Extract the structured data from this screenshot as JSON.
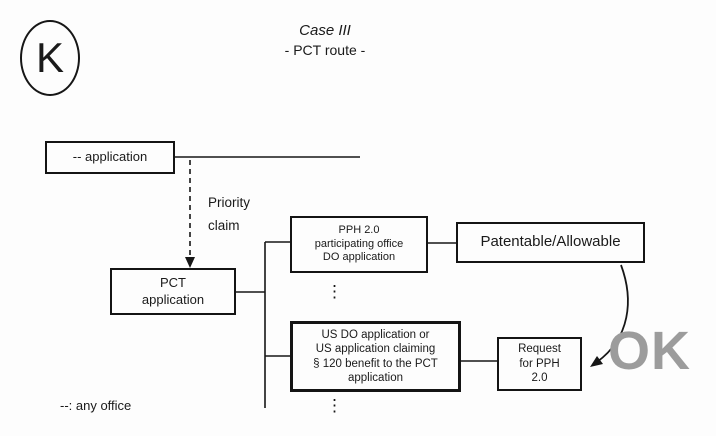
{
  "header": {
    "badge": "K",
    "title": "Case III",
    "subtitle": "- PCT route -"
  },
  "nodes": {
    "application": "-- application",
    "pct": "PCT\napplication",
    "pph_office": "PPH 2.0\nparticipating office\nDO application",
    "patentable": "Patentable/Allowable",
    "us_do": "US DO application or\nUS application claiming\n§ 120 benefit to the PCT\napplication",
    "request": "Request\nfor PPH\n2.0"
  },
  "labels": {
    "priority_claim": "Priority\nclaim",
    "ok": "OK",
    "legend": "--: any office",
    "dots": "⋮"
  },
  "colors": {
    "line": "#161616",
    "box_border": "#141414",
    "ok_gray": "#9c9c9c",
    "background": "#fdfdfd"
  }
}
